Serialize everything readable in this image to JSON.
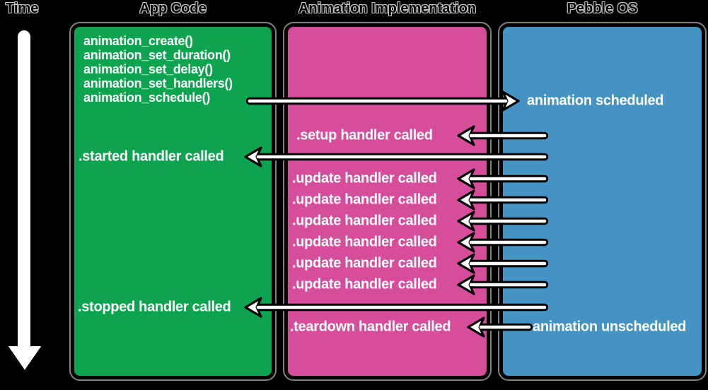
{
  "titles": {
    "time": "Time",
    "app_code": "App Code",
    "animation_implementation": "Animation Implementation",
    "pebble_os": "Pebble OS"
  },
  "colors": {
    "background": "#000000",
    "app_code_box": "#0EA34F",
    "animation_implementation_box": "#D64D9C",
    "pebble_os_box": "#4493C2",
    "box_border": "#000000",
    "box_outer_ring": "#EBEBEB",
    "label_text": "#FFFFFF",
    "arrow_fill": "#FFFFFF",
    "arrow_outline": "#000000"
  },
  "app_code": {
    "functions": [
      "animation_create()",
      "animation_set_duration()",
      "animation_set_delay()",
      "animation_set_handlers()",
      "animation_schedule()"
    ],
    "events": {
      "started": ".started handler called",
      "stopped": ".stopped handler called"
    }
  },
  "animation_implementation": {
    "events": {
      "setup": ".setup handler called",
      "updates": [
        ".update handler called",
        ".update handler called",
        ".update handler called",
        ".update handler called",
        ".update handler called",
        ".update handler called"
      ],
      "teardown": ".teardown handler called"
    }
  },
  "pebble_os": {
    "events": {
      "scheduled": "animation scheduled",
      "unscheduled": "animation unscheduled"
    }
  }
}
